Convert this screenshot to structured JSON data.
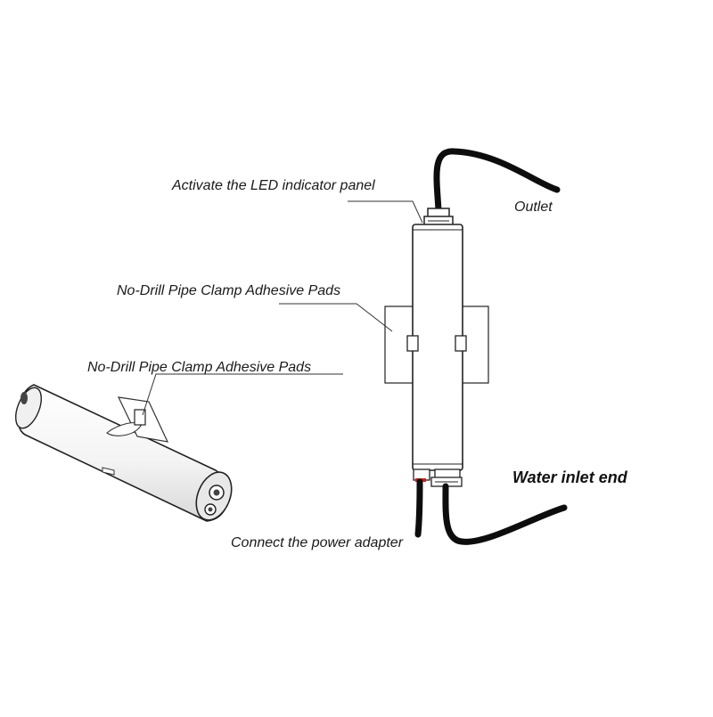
{
  "labels": {
    "led": "Activate the LED indicator panel",
    "outlet": "Outlet",
    "pads_upper": "No-Drill Pipe Clamp Adhesive Pads",
    "pads_lower": "No-Drill Pipe Clamp Adhesive Pads",
    "inlet": "Water inlet end",
    "power": "Connect the power adapter"
  },
  "colors": {
    "line": "#222222",
    "cable": "#0d0d0d",
    "body": "#ffffff",
    "accent": "#c0281c"
  }
}
